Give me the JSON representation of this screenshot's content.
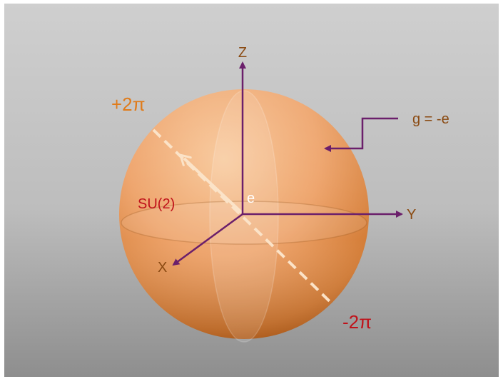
{
  "diagram": {
    "axes": {
      "z": "Z",
      "y": "Y",
      "x": "X"
    },
    "labels": {
      "plus_two_pi": "+2π",
      "minus_two_pi": "-2π",
      "group": "SU(2)",
      "identity": "e",
      "pointer": "g = -e"
    },
    "colors": {
      "axis": "#6b1f6b",
      "label_brown": "#8a4a12",
      "label_orange": "#e07b1a",
      "label_red": "#c0121a",
      "identity_label": "#ffffff",
      "sphere_light": "#f6c18f",
      "sphere_dark": "#b35a12",
      "dashed_line": "#fbe3c8"
    }
  }
}
